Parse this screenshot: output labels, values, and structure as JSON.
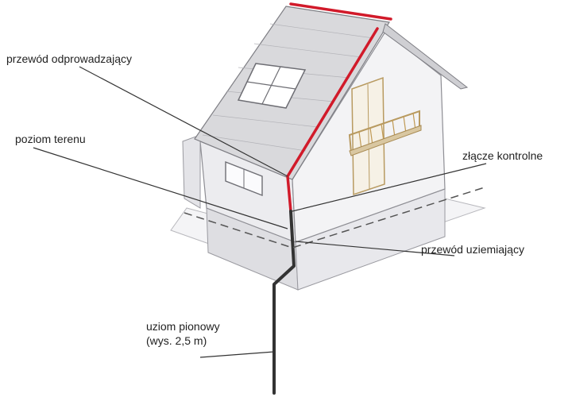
{
  "labels": {
    "down_conductor": "przewód odprowadzający",
    "ground_level": "poziom terenu",
    "test_joint": "złącze kontrolne",
    "earthing_conductor": "przewód uziemiający",
    "earth_rod_line1": "uziom pionowy",
    "earth_rod_line2": "(wys. 2,5 m)"
  },
  "colors": {
    "down_conductor": "#d11a2a",
    "earthing_conductor": "#333333",
    "leader_line": "#333333",
    "wall": "#f1f1f3",
    "wall_shadow": "#d8d8dc",
    "roof": "#d7d7d9",
    "window_frame": "#c8a46a",
    "balcony": "#c09a55"
  }
}
